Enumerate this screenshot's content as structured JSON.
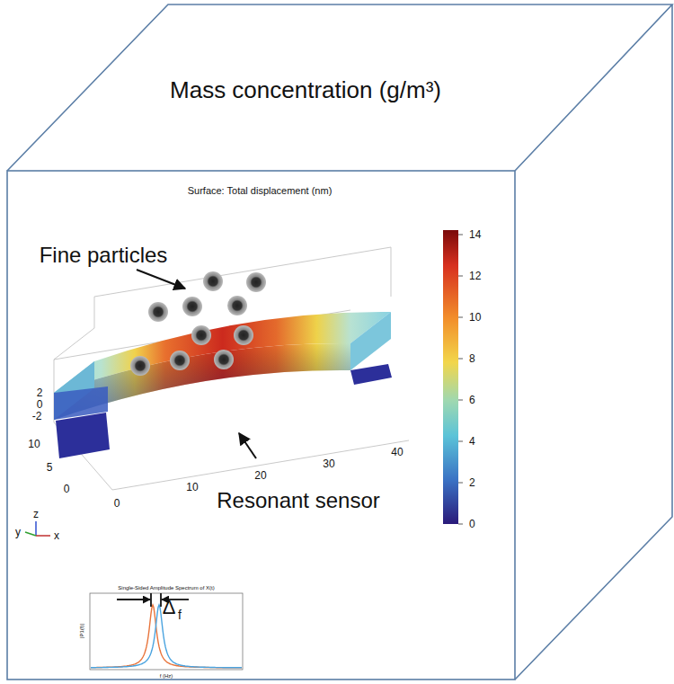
{
  "diagram": {
    "title": "Mass concentration (g/m³)",
    "labels": [
      "Surface: Total displacement (nm)",
      "Fine particles",
      "Resonant sensor",
      "14",
      "12",
      "10",
      "8",
      "6",
      "4",
      "2",
      "0",
      "2",
      "0",
      "-2",
      "10",
      "5",
      "0",
      "0",
      "10",
      "20",
      "30",
      "40",
      "y",
      "z",
      "x",
      "Single-Sided Amplitude Spectrum of X(t)",
      "f (Hz)",
      "|P1(f)|",
      "Δ",
      "f"
    ]
  }
}
